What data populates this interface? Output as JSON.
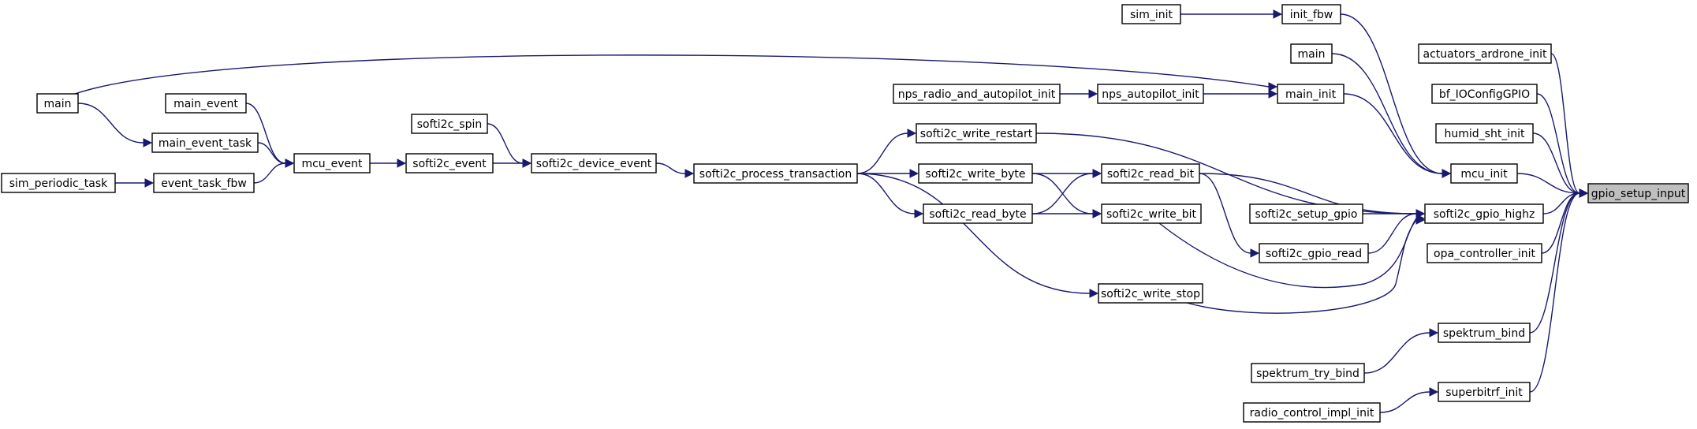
{
  "graph": {
    "root": "gpio_setup_input",
    "nodes": {
      "gpio_setup_input": "gpio_setup_input",
      "actuators_ardrone_init": "actuators_ardrone_init",
      "bf_IOConfigGPIO": "bf_IOConfigGPIO",
      "humid_sht_init": "humid_sht_init",
      "mcu_init": "mcu_init",
      "softi2c_gpio_highz": "softi2c_gpio_highz",
      "opa_controller_init": "opa_controller_init",
      "spektrum_bind": "spektrum_bind",
      "superbitrf_init": "superbitrf_init",
      "init_fbw": "init_fbw",
      "main_2": "main",
      "main_init": "main_init",
      "sim_init": "sim_init",
      "main_1": "main",
      "nps_autopilot_init": "nps_autopilot_init",
      "nps_radio_and_autopilot_init": "nps_radio_and_autopilot_init",
      "softi2c_write_restart": "softi2c_write_restart",
      "softi2c_read_bit": "softi2c_read_bit",
      "softi2c_setup_gpio": "softi2c_setup_gpio",
      "softi2c_gpio_read": "softi2c_gpio_read",
      "softi2c_write_bit": "softi2c_write_bit",
      "softi2c_write_stop": "softi2c_write_stop",
      "softi2c_process_transaction": "softi2c_process_transaction",
      "softi2c_write_byte": "softi2c_write_byte",
      "softi2c_read_byte": "softi2c_read_byte",
      "softi2c_device_event": "softi2c_device_event",
      "softi2c_event": "softi2c_event",
      "softi2c_spin": "softi2c_spin",
      "mcu_event": "mcu_event",
      "main_event": "main_event",
      "main_event_task": "main_event_task",
      "event_task_fbw": "event_task_fbw",
      "sim_periodic_task": "sim_periodic_task",
      "spektrum_try_bind": "spektrum_try_bind",
      "radio_control_impl_init": "radio_control_impl_init"
    }
  }
}
